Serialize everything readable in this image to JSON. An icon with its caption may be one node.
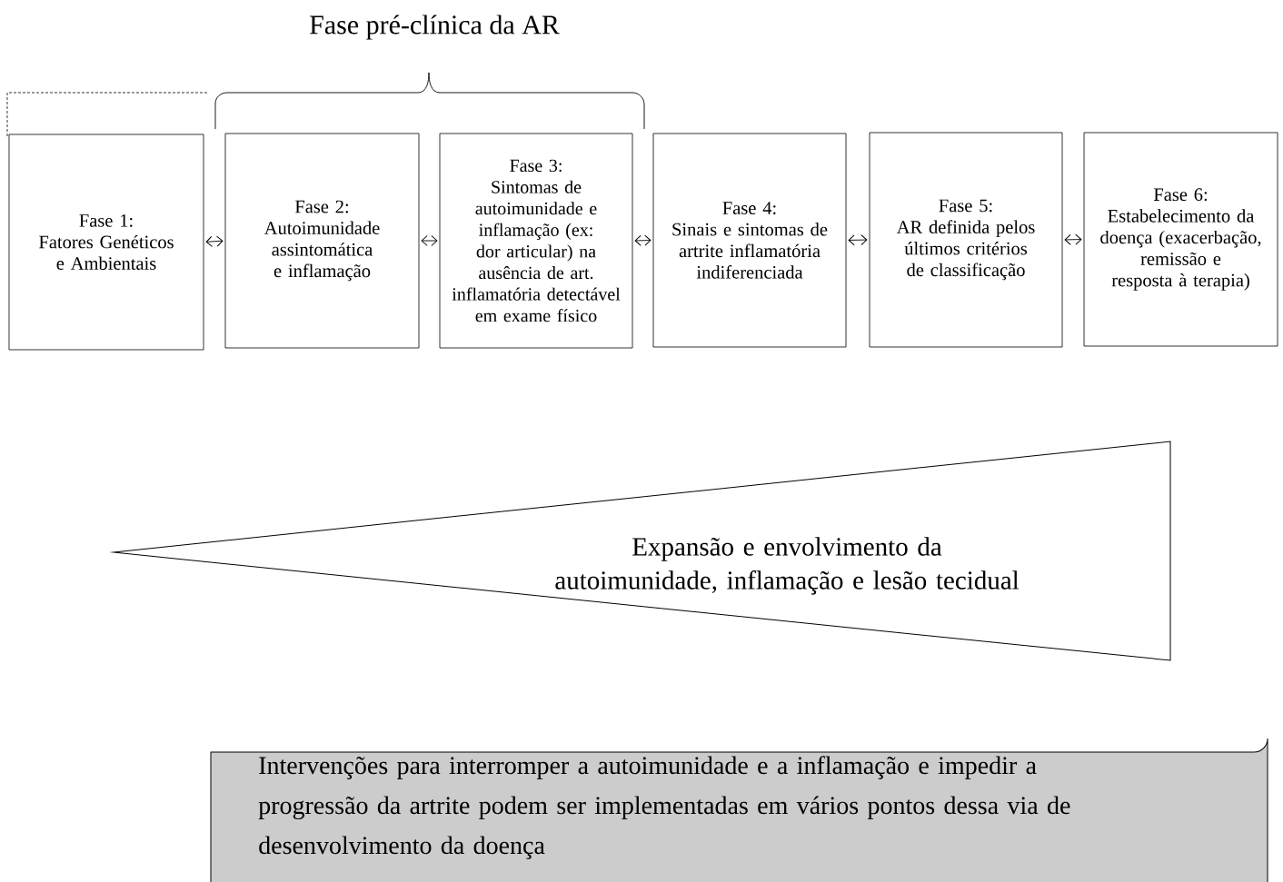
{
  "diagram": {
    "nodes": [
      {
        "text": [
          "Fase 1:",
          "Fatores Genéticos e Ambientais"
        ]
      },
      {
        "text": [
          "Fase 2:",
          "Autoimunidade assintomática e inflamação"
        ]
      },
      {
        "text": [
          "Fase 3:",
          "Sintomas de autoimunidade e inflamação (ex: dor articular) na ausência de art. inflamatória detectável em exame físico"
        ]
      },
      {
        "text": [
          "Fase 4:",
          "Sinais e sintomas de artrite inflamatória indiferenciada"
        ]
      },
      {
        "text": [
          "Fase 5:",
          "AR definida pelos últimos critérios de classificação"
        ]
      },
      {
        "text": [
          "Fase 6:",
          "Estabelecimento da doença (exacerbação, remissão e resposta à terapia)"
        ]
      },
      {
        "text": [
          "Expansão e envolvimento da autoimunidade, inflamação e lesão tecidual"
        ]
      },
      {
        "text": [
          "Intervenções para interromper a autoimunidade e a inflamação e impedir a progressão da artrite podem ser implementadas em vários pontos dessa via de desenvolvimento da doença"
        ]
      }
    ],
    "edges": [
      {
        "from": 0,
        "to": 1,
        "arrow": "both"
      },
      {
        "from": 1,
        "to": 2,
        "arrow": "both"
      },
      {
        "from": 2,
        "to": 3,
        "arrow": "both"
      },
      {
        "from": 3,
        "to": 4,
        "arrow": "both"
      },
      {
        "from": 4,
        "to": 5,
        "arrow": "both"
      }
    ],
    "labels": [
      "Fase pré-clínica da AR"
    ]
  }
}
